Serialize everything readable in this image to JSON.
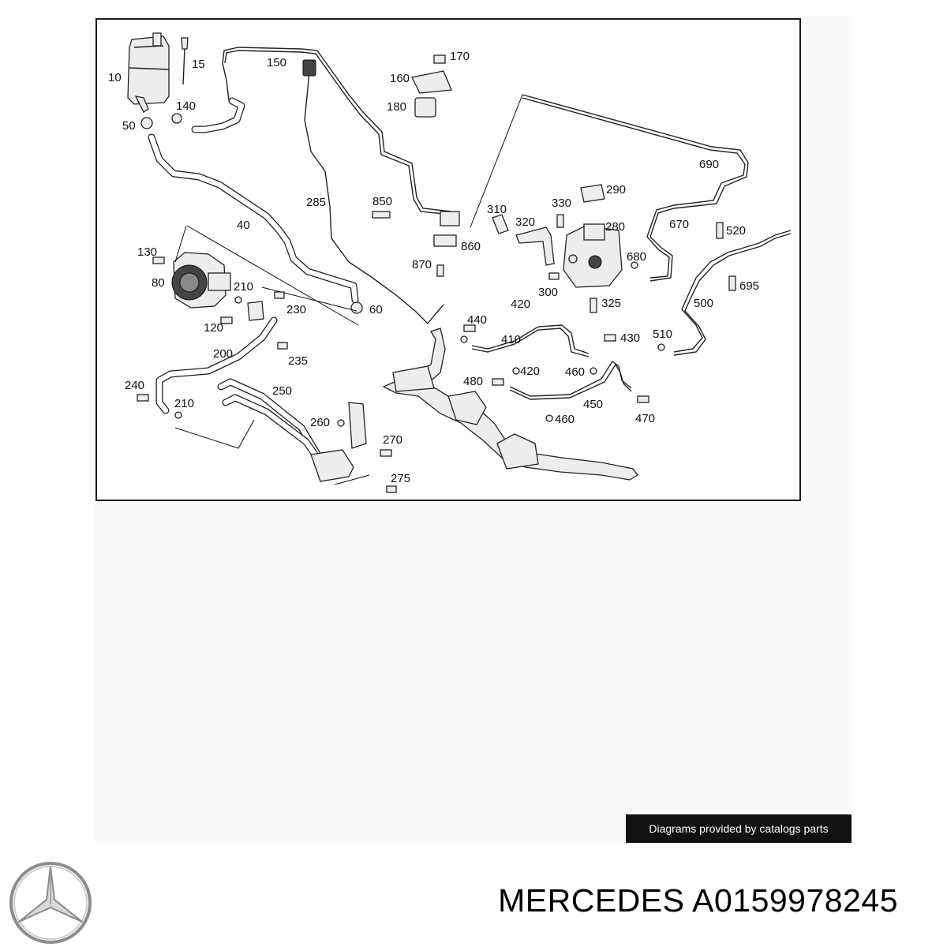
{
  "diagram": {
    "callouts": {
      "c10": "10",
      "c15": "15",
      "c150": "150",
      "c170": "170",
      "c160": "160",
      "c180": "180",
      "c140": "140",
      "c50": "50",
      "c690": "690",
      "c290": "290",
      "c330": "330",
      "c310": "310",
      "c320": "320",
      "c280": "280",
      "c850": "850",
      "c285": "285",
      "c860": "860",
      "c40": "40",
      "c670": "670",
      "c520": "520",
      "c680": "680",
      "c130": "130",
      "c80": "80",
      "c210a": "210",
      "c230": "230",
      "c870": "870",
      "c60": "60",
      "c300": "300",
      "c325": "325",
      "c695": "695",
      "c500": "500",
      "c420a": "420",
      "c440": "440",
      "c120": "120",
      "c410": "410",
      "c430": "430",
      "c510": "510",
      "c200": "200",
      "c235": "235",
      "c420b": "420",
      "c460a": "460",
      "c480": "480",
      "c240": "240",
      "c250": "250",
      "c450": "450",
      "c210b": "210",
      "c470": "470",
      "c460b": "460",
      "c260": "260",
      "c270": "270",
      "c275": "275"
    }
  },
  "footer": {
    "credit": "Diagrams provided by catalogs parts",
    "brand": "MERCEDES",
    "part_number": "A0159978245",
    "logo_icon": "mercedes-star-icon"
  },
  "colors": {
    "banner_bg": "#111111",
    "frame_border": "#1a1a1a"
  }
}
